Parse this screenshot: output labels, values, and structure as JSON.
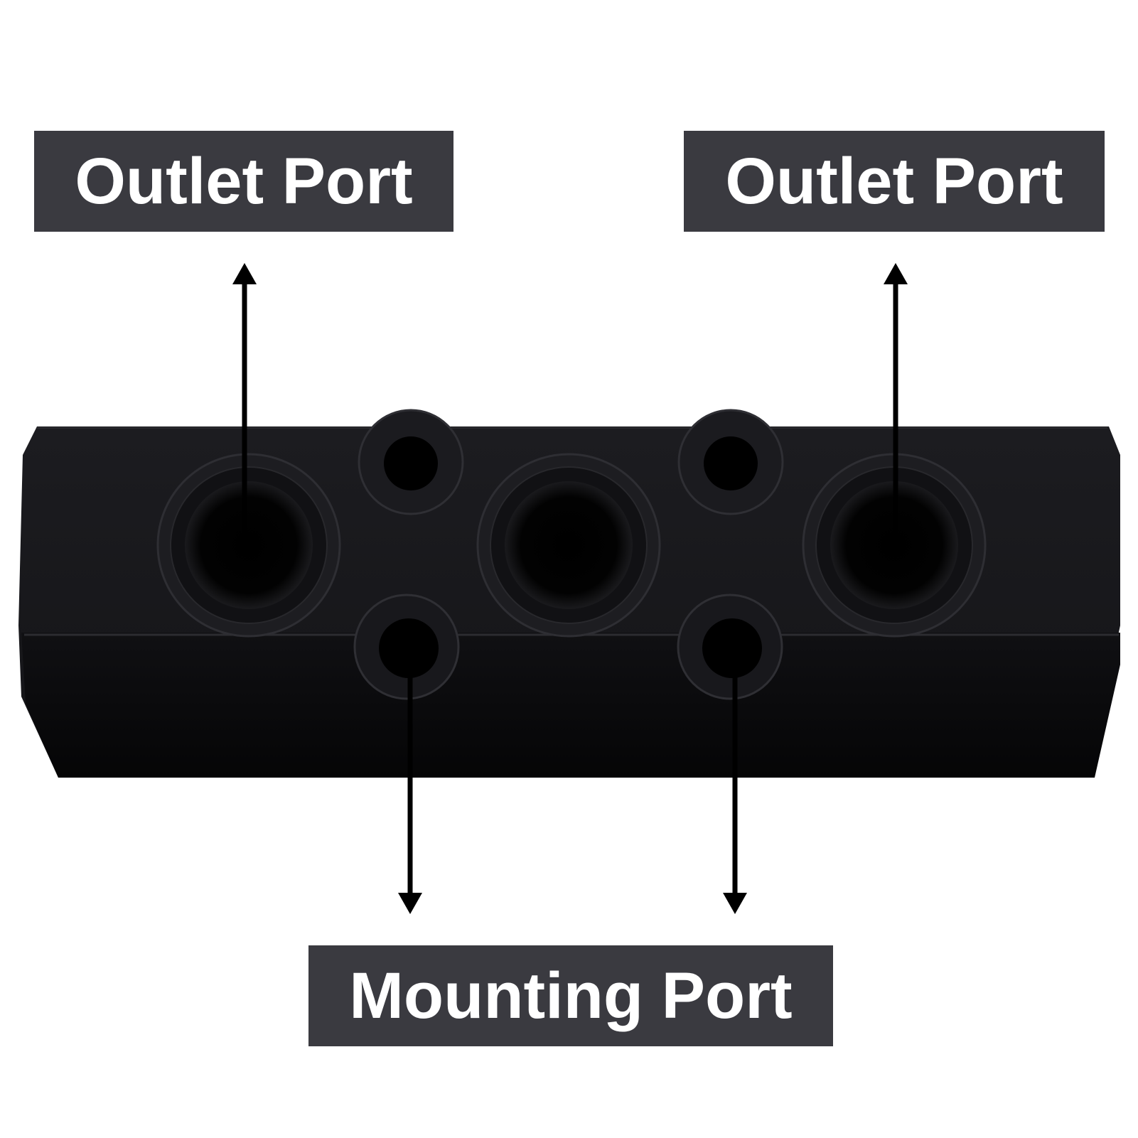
{
  "labels": {
    "outlet_left": "Outlet Port",
    "outlet_right": "Outlet Port",
    "mounting": "Mounting Port"
  },
  "colors": {
    "label_background": "#3a3a40",
    "label_text": "#ffffff",
    "block_body": "#0b0b0d",
    "arrow": "#000000",
    "page_background": "#ffffff"
  }
}
